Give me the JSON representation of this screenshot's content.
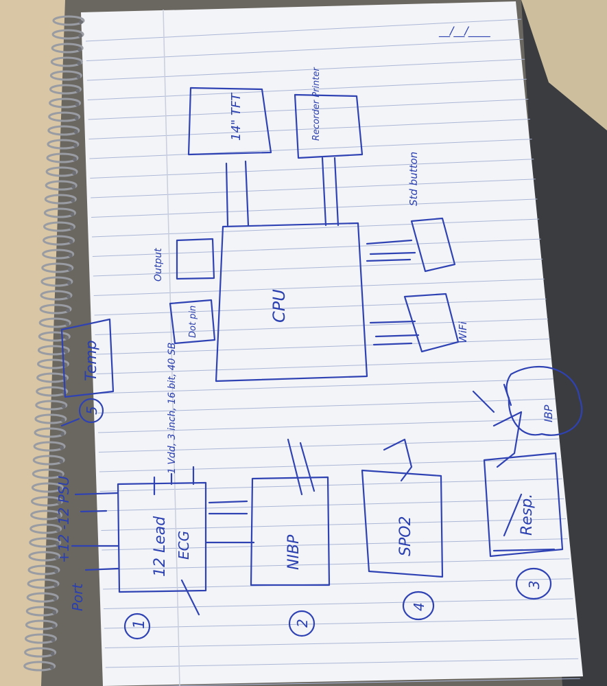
{
  "colors": {
    "paper": "#f3f4f7",
    "rule_line": "#aab6d6",
    "margin_line": "#c8cede",
    "ink": "#2f42b4",
    "desk_left": "#d8c7a8",
    "desk_right": "#3b3d40",
    "spiral": "#9a9ca3"
  },
  "labels": {
    "date": "__/__/____",
    "temp": "Temp",
    "temp_num": "5",
    "top_left_note": "+12 -12 PSU",
    "port_note": "Port",
    "ecg_line1": "12 Lead",
    "ecg_line2": "ECG",
    "ecg_num": "1",
    "ecg_side_note": "1 Vdd, 3 inch, 16 bit, 40 SB",
    "nibp": "NIBP",
    "nibp_num": "2",
    "spo2": "SPO2",
    "spo2_num": "4",
    "resp": "Resp.",
    "resp_num": "3",
    "cpu": "CPU",
    "output": "Output",
    "dot_pin": "Dot pin",
    "lcd": "14\" TFT",
    "recorder": "Recorder Printer",
    "std_buttons": "Std button",
    "wifi": "WiFi",
    "ibp": "IBP"
  }
}
